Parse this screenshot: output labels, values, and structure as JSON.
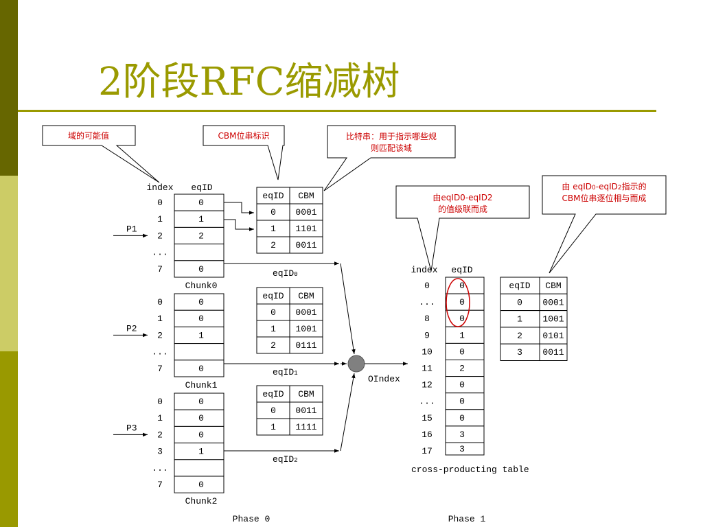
{
  "title": "2阶段RFC缩减树",
  "callouts": {
    "domain": "域的可能值",
    "cbm_id": "CBM位串标识",
    "bitstring": [
      "比特串：用于指示哪些规",
      "则匹配该域"
    ],
    "cascade": [
      "由eqID0-eqID2",
      "的值级联而成"
    ],
    "cbm_and": {
      "line1_pre": "由 eqID",
      "line1_a": "0",
      "line1_mid": "-eqID",
      "line1_b": "2",
      "line1_post": "指示的",
      "line2": "CBM位串逐位相与而成"
    }
  },
  "headers": {
    "index": "index",
    "eqid": "eqID",
    "cbm": "CBM"
  },
  "chunks": [
    {
      "name": "Chunk0",
      "pointer": "P1",
      "out_label": "eqID",
      "out_sub": "0",
      "index": [
        "0",
        "1",
        "2",
        "...",
        "7"
      ],
      "values": [
        "0",
        "1",
        "2",
        "",
        "0"
      ],
      "cbm_rows": [
        [
          "0",
          "0001"
        ],
        [
          "1",
          "1101"
        ],
        [
          "2",
          "0011"
        ]
      ]
    },
    {
      "name": "Chunk1",
      "pointer": "P2",
      "out_label": "eqID",
      "out_sub": "1",
      "index": [
        "0",
        "1",
        "2",
        "...",
        "7"
      ],
      "values": [
        "0",
        "0",
        "1",
        "",
        "0"
      ],
      "cbm_rows": [
        [
          "0",
          "0001"
        ],
        [
          "1",
          "1001"
        ],
        [
          "2",
          "0111"
        ]
      ]
    },
    {
      "name": "Chunk2",
      "pointer": "P3",
      "out_label": "eqID",
      "out_sub": "2",
      "index": [
        "0",
        "1",
        "2",
        "3",
        "...",
        "7"
      ],
      "values": [
        "0",
        "0",
        "0",
        "1",
        "",
        "0"
      ],
      "cbm_rows": [
        [
          "0",
          "0011"
        ],
        [
          "1",
          "1111"
        ]
      ]
    }
  ],
  "merge": {
    "label": "OIndex"
  },
  "phase1": {
    "index": [
      "0",
      "...",
      "8",
      "9",
      "10",
      "11",
      "12",
      "...",
      "15",
      "16",
      "17"
    ],
    "values": [
      "0",
      "0",
      "0",
      "1",
      "0",
      "2",
      "0",
      "0",
      "0",
      "3",
      "3"
    ],
    "caption": "cross-producting table",
    "cbm_rows": [
      [
        "0",
        "0001"
      ],
      [
        "1",
        "1001"
      ],
      [
        "2",
        "0101"
      ],
      [
        "3",
        "0011"
      ]
    ]
  },
  "phases": [
    "Phase 0",
    "Phase 1"
  ],
  "colors": {
    "accent": "#9A9A00",
    "strip_dark": "#666600",
    "strip_mid": "#CCCC66",
    "strip_light": "#999900",
    "callout_text": "#cc0000",
    "circle": "#cc0000",
    "node": "#808080"
  }
}
